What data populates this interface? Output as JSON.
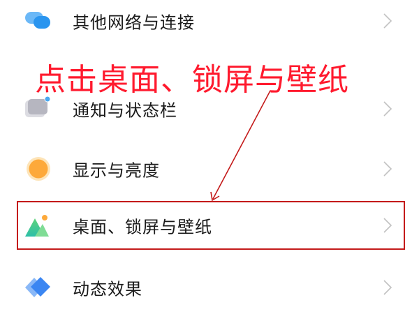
{
  "settings_list": {
    "items": [
      {
        "label": "其他网络与连接",
        "icon": "connections-icon"
      },
      {
        "label": "通知与状态栏",
        "icon": "notifications-icon"
      },
      {
        "label": "显示与亮度",
        "icon": "display-brightness-icon"
      },
      {
        "label": "桌面、锁屏与壁纸",
        "icon": "wallpaper-icon"
      },
      {
        "label": "动态效果",
        "icon": "animation-effects-icon"
      }
    ],
    "chevron_icon": "chevron-right-icon"
  },
  "annotation": {
    "text": "点击桌面、锁屏与壁纸",
    "color": "#ff1a2e",
    "highlight_color": "#c41a1a",
    "highlighted_item": "桌面、锁屏与壁纸"
  }
}
